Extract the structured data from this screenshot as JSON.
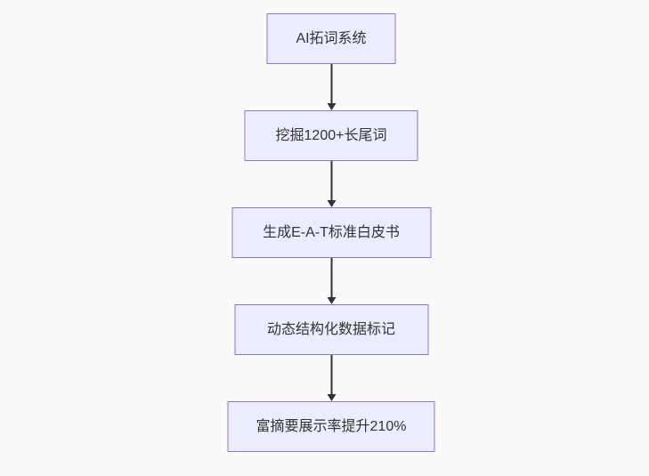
{
  "flowchart": {
    "type": "flowchart",
    "direction": "top-down",
    "nodes": [
      {
        "label": "AI拓词系统"
      },
      {
        "label": "挖掘1200+长尾词"
      },
      {
        "label": "生成E-A-T标准白皮书"
      },
      {
        "label": "动态结构化数据标记"
      },
      {
        "label": "富摘要展示率提升210%"
      }
    ],
    "edges": [
      {
        "from": "AI拓词系统",
        "to": "挖掘1200+长尾词"
      },
      {
        "from": "挖掘1200+长尾词",
        "to": "生成E-A-T标准白皮书"
      },
      {
        "from": "生成E-A-T标准白皮书",
        "to": "动态结构化数据标记"
      },
      {
        "from": "动态结构化数据标记",
        "to": "富摘要展示率提升210%"
      }
    ],
    "colors": {
      "node_fill": "#ECECFF",
      "node_border": "#9370DB",
      "arrow": "#333333",
      "text": "#333333",
      "background": "#FAFAFA"
    }
  }
}
